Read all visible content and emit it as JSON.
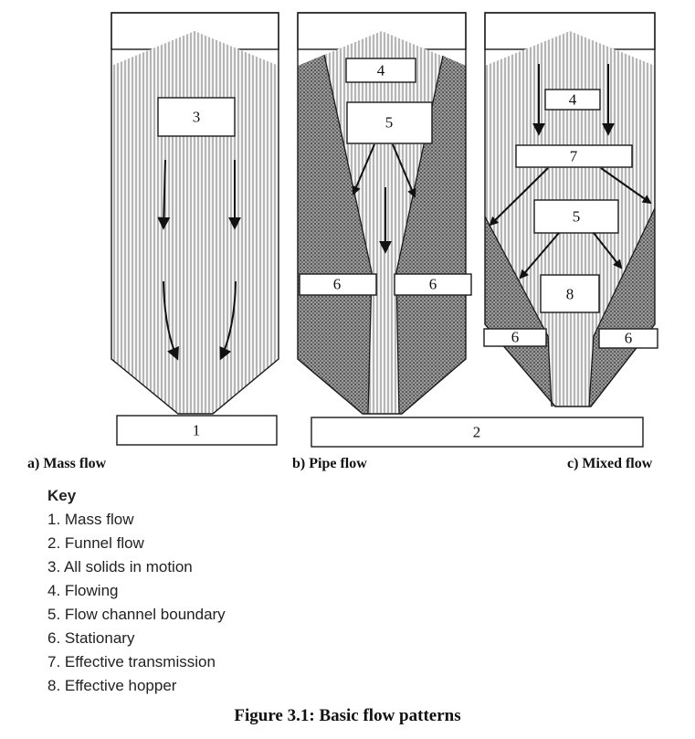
{
  "diagrams": {
    "mass": {
      "caption": "a) Mass flow",
      "labels": {
        "box3": "3",
        "base1": "1"
      }
    },
    "pipe": {
      "caption": "b) Pipe flow",
      "labels": {
        "box4": "4",
        "box5": "5",
        "box6_left": "6",
        "box6_right": "6",
        "base2": "2"
      }
    },
    "mixed": {
      "caption": "c) Mixed flow",
      "labels": {
        "box4": "4",
        "box7": "7",
        "box5": "5",
        "box8": "8",
        "box6_left": "6",
        "box6_right": "6"
      }
    }
  },
  "key": {
    "title": "Key",
    "items": [
      "1. Mass flow",
      "2. Funnel flow",
      "3. All solids in motion",
      "4. Flowing",
      "5. Flow channel boundary",
      "6. Stationary",
      "7. Effective transmission",
      "8. Effective hopper"
    ]
  },
  "figure_title": "Figure 3.1: Basic flow patterns"
}
